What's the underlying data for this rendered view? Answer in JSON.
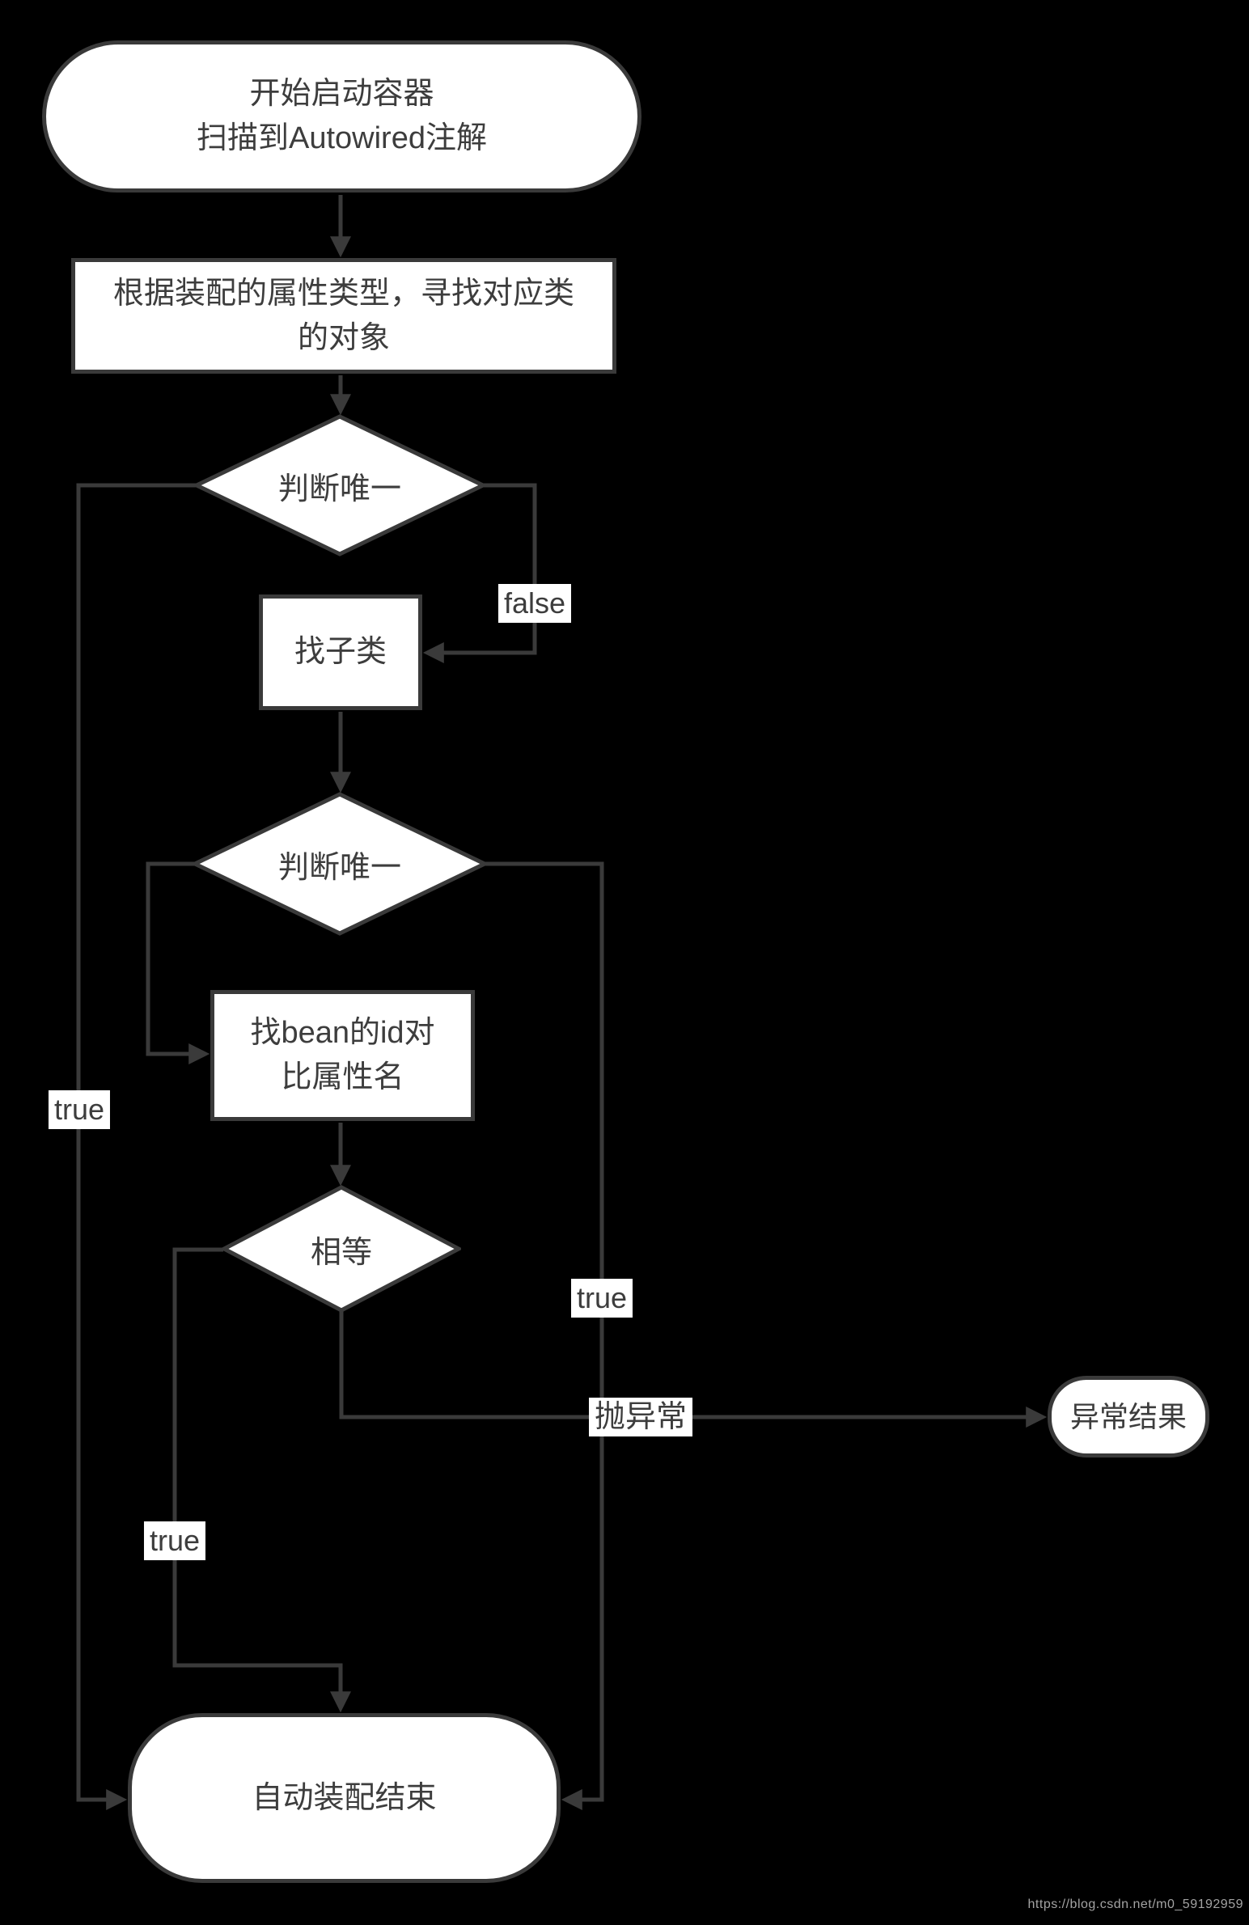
{
  "diagram": {
    "nodes": {
      "start": {
        "label": "开始启动容器\n扫描到Autowired注解"
      },
      "lookup_by_type": {
        "label": "根据装配的属性类型，寻找对应类\n的对象"
      },
      "check_unique_first": {
        "label": "判断唯一"
      },
      "find_subclass": {
        "label": "找子类"
      },
      "check_unique_second": {
        "label": "判断唯一"
      },
      "match_bean_id": {
        "label": "找bean的id对\n比属性名"
      },
      "check_equal": {
        "label": "相等"
      },
      "exception_result": {
        "label": "异常结果"
      },
      "end": {
        "label": "自动装配结束"
      }
    },
    "edge_labels": {
      "false_branch": "false",
      "true_left": "true",
      "true_right": "true",
      "throw_exception": "抛异常",
      "true_bottom": "true"
    },
    "colors": {
      "background": "#000000",
      "shape_fill": "#ffffff",
      "line": "#3a3a3a",
      "text": "#3d3d3d",
      "watermark": "#a3a3a3"
    },
    "watermark": "https://blog.csdn.net/m0_59192959"
  }
}
